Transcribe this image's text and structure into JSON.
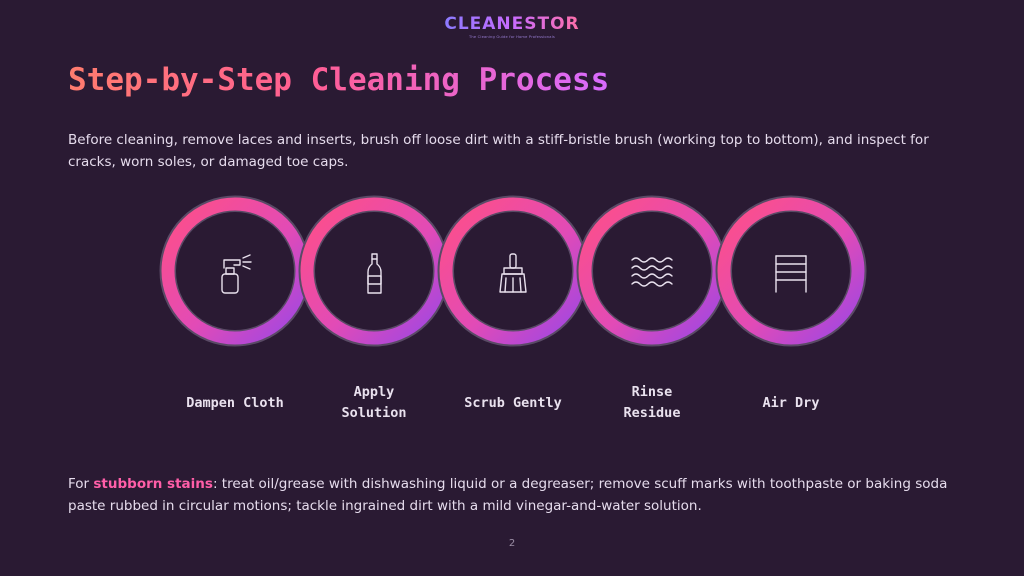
{
  "logo": {
    "name": "CLEANESTOR",
    "tagline": "The Cleaning Guide for Home Professionals"
  },
  "title": "Step-by-Step Cleaning Process",
  "intro": "Before cleaning, remove laces and inserts, brush off loose dirt with a stiff-bristle brush (working top to bottom), and inspect for cracks, worn soles, or damaged toe caps.",
  "steps": [
    {
      "label_line1": "Dampen Cloth",
      "label_line2": "",
      "icon": "spray-bottle-icon"
    },
    {
      "label_line1": "Apply",
      "label_line2": "Solution",
      "icon": "bottle-icon"
    },
    {
      "label_line1": "Scrub Gently",
      "label_line2": "",
      "icon": "brush-icon"
    },
    {
      "label_line1": "Rinse",
      "label_line2": "Residue",
      "icon": "water-waves-icon"
    },
    {
      "label_line1": "Air Dry",
      "label_line2": "",
      "icon": "drying-rack-icon"
    }
  ],
  "tips": {
    "prefix": "For ",
    "highlight": "stubborn stains",
    "text": ": treat oil/grease with dishwashing liquid or a degreaser; remove scuff marks with toothpaste or baking soda paste rubbed in circular motions; tackle ingrained dirt with a mild vinegar-and-water solution."
  },
  "page_number": "2",
  "colors": {
    "background": "#2a1a33",
    "accent_pink": "#ff5e94",
    "accent_purple": "#c04ee0",
    "highlight": "#ff5ea8"
  }
}
